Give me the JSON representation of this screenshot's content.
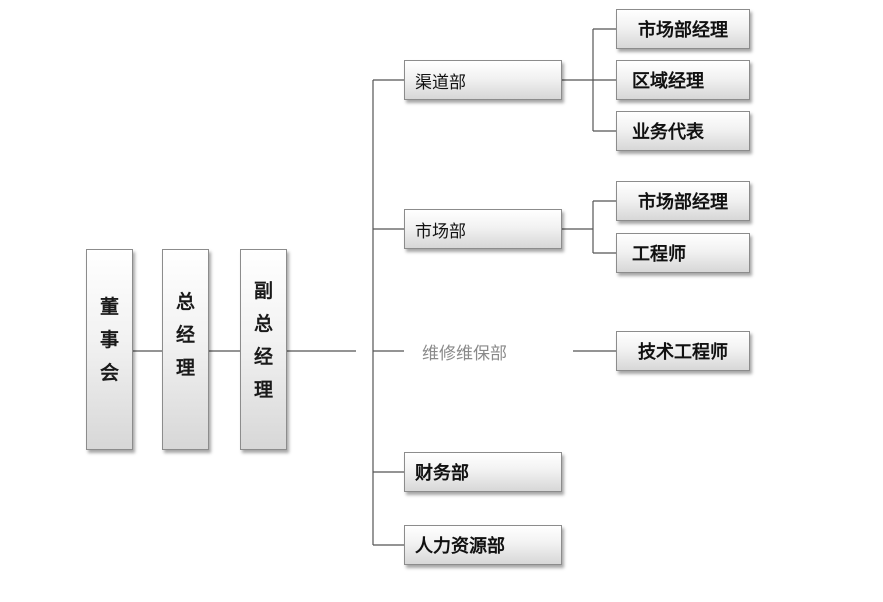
{
  "chain": {
    "board": [
      "董",
      "事",
      "会"
    ],
    "general_manager": [
      "总",
      "经",
      "理"
    ],
    "deputy_gm": [
      "副",
      "总",
      "经",
      "理"
    ]
  },
  "departments": [
    {
      "label": "渠道部",
      "subs": [
        "市场部经理",
        "区域经理",
        "业务代表"
      ]
    },
    {
      "label": "市场部",
      "subs": [
        "市场部经理",
        "工程师"
      ]
    },
    {
      "label": "维修维保部",
      "subs": [
        "技术工程师"
      ]
    },
    {
      "label": "财务部",
      "subs": []
    },
    {
      "label": "人力资源部",
      "subs": []
    }
  ],
  "colors": {
    "box_border": "#8c8c8c",
    "line": "#555555",
    "text": "#111111",
    "faded_text": "#8a8a8a"
  }
}
